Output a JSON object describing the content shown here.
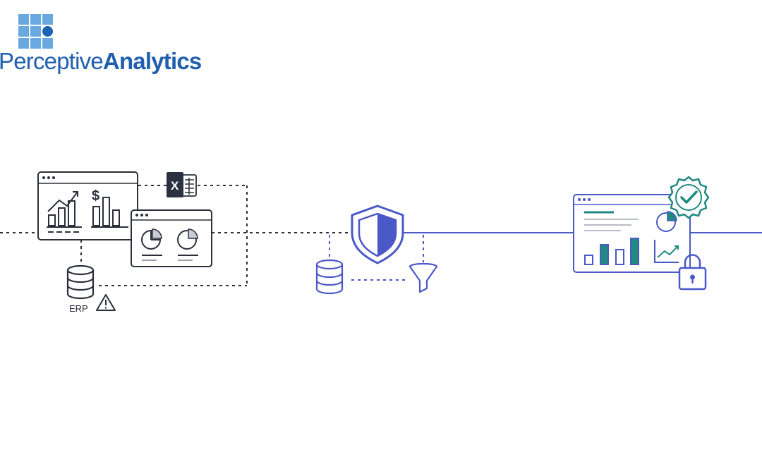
{
  "brand": {
    "name_light": "Perceptive",
    "name_bold": "Analytics",
    "primary_color": "#1f5fae",
    "grid_color": "#6aa9e0"
  },
  "diagram": {
    "source_label": "ERP",
    "line_color": "#4a58c8",
    "accent_color": "#1f8a80",
    "icons": {
      "source_dashboard": "trend-bar-dashboard-icon",
      "excel": "excel-icon",
      "pie_dashboard": "pie-chart-window-icon",
      "erp_database": "database-icon",
      "warning": "warning-icon",
      "governance": "shield-icon",
      "storage": "database-icon",
      "filter": "funnel-icon",
      "report": "report-dashboard-icon",
      "verified": "check-badge-icon",
      "secure": "lock-icon"
    }
  }
}
